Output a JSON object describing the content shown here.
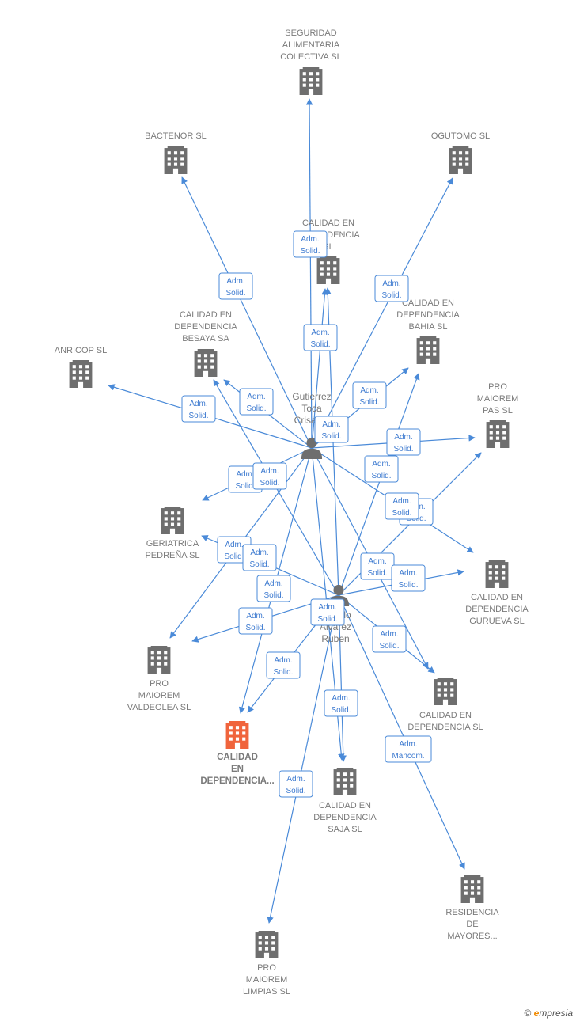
{
  "colors": {
    "edge": "#4a8ad8",
    "building": "#6e6e6e",
    "building_highlight": "#f0643c",
    "label": "#7a7a7a",
    "edge_label": "#3d7ad0"
  },
  "persons": [
    {
      "id": "p1",
      "icon": "person-icon",
      "lines": [
        "Gutierrez",
        "Toca",
        "Crisanto"
      ]
    },
    {
      "id": "p2",
      "icon": "person-icon",
      "lines": [
        "Castillo",
        "Alvarez",
        "Ruben"
      ]
    }
  ],
  "companies": [
    {
      "id": "c_seg",
      "icon": "building-icon",
      "lines": [
        "SEGURIDAD",
        "ALIMENTARIA",
        "COLECTIVA  SL"
      ]
    },
    {
      "id": "c_bac",
      "icon": "building-icon",
      "lines": [
        "BACTENOR SL"
      ]
    },
    {
      "id": "c_ogu",
      "icon": "building-icon",
      "lines": [
        "OGUTOMO SL"
      ]
    },
    {
      "id": "c_cal",
      "icon": "building-icon",
      "lines": [
        "CALIDAD EN",
        "DEPENDENCIA",
        "SL"
      ]
    },
    {
      "id": "c_bes",
      "icon": "building-icon",
      "lines": [
        "CALIDAD EN",
        "DEPENDENCIA",
        "BESAYA SA"
      ]
    },
    {
      "id": "c_bah",
      "icon": "building-icon",
      "lines": [
        "CALIDAD EN",
        "DEPENDENCIA",
        "BAHIA  SL"
      ]
    },
    {
      "id": "c_anr",
      "icon": "building-icon",
      "lines": [
        "ANRICOP  SL"
      ]
    },
    {
      "id": "c_pas",
      "icon": "building-icon",
      "lines": [
        "PRO",
        "MAIOREM",
        "PAS SL"
      ]
    },
    {
      "id": "c_ger",
      "icon": "building-icon",
      "lines": [
        "GERIATRICA",
        "PEDREÑA SL"
      ]
    },
    {
      "id": "c_gur",
      "icon": "building-icon",
      "lines": [
        "CALIDAD EN",
        "DEPENDENCIA",
        "GURUEVA  SL"
      ]
    },
    {
      "id": "c_val",
      "icon": "building-icon",
      "lines": [
        "PRO",
        "MAIOREM",
        "VALDEOLEA SL"
      ]
    },
    {
      "id": "c_dep",
      "icon": "building-icon",
      "lines": [
        "CALIDAD EN",
        "DEPENDENCIA SL"
      ]
    },
    {
      "id": "c_main",
      "icon": "building-icon",
      "highlight": true,
      "lines": [
        "CALIDAD",
        "EN",
        "DEPENDENCIA..."
      ]
    },
    {
      "id": "c_saj",
      "icon": "building-icon",
      "lines": [
        "CALIDAD EN",
        "DEPENDENCIA",
        "SAJA  SL"
      ]
    },
    {
      "id": "c_res",
      "icon": "building-icon",
      "lines": [
        "RESIDENCIA",
        "DE",
        "MAYORES..."
      ]
    },
    {
      "id": "c_lim",
      "icon": "building-icon",
      "lines": [
        "PRO",
        "MAIOREM",
        "LIMPIAS  SL"
      ]
    }
  ],
  "edge_labels": [
    {
      "id": "e_seg",
      "lines": [
        "Adm.",
        "Solid."
      ]
    },
    {
      "id": "e_bac",
      "lines": [
        "Adm.",
        "Solid."
      ]
    },
    {
      "id": "e_ogu",
      "lines": [
        "Adm.",
        "Solid."
      ]
    },
    {
      "id": "e_cal",
      "lines": [
        "Adm.",
        "Solid."
      ]
    },
    {
      "id": "e_bes",
      "lines": [
        "Adm.",
        "Solid."
      ]
    },
    {
      "id": "e_anr",
      "lines": [
        "Adm.",
        "Solid."
      ]
    },
    {
      "id": "e_bah",
      "lines": [
        "Adm.",
        "Solid."
      ]
    },
    {
      "id": "e_p1c",
      "lines": [
        "Adm.",
        "Solid."
      ]
    },
    {
      "id": "e_pas",
      "lines": [
        "Adm.",
        "Solid."
      ]
    },
    {
      "id": "e_p2bah",
      "lines": [
        "Adm.",
        "Solid."
      ]
    },
    {
      "id": "e_ger1",
      "lines": [
        "Adm.",
        "Solid."
      ]
    },
    {
      "id": "e_ger2",
      "lines": [
        "Adm.",
        "Solid."
      ]
    },
    {
      "id": "e_pas2b",
      "lines": [
        "Adm.",
        "Solid."
      ]
    },
    {
      "id": "e_pas2",
      "lines": [
        "Adm.",
        "Solid."
      ]
    },
    {
      "id": "e_g2",
      "lines": [
        "Adm.",
        "Solid."
      ]
    },
    {
      "id": "e_g2b",
      "lines": [
        "Adm.",
        "Solid."
      ]
    },
    {
      "id": "e_gur2",
      "lines": [
        "Adm.",
        "Solid."
      ]
    },
    {
      "id": "e_main1",
      "lines": [
        "Adm.",
        "Solid."
      ]
    },
    {
      "id": "e_val2",
      "lines": [
        "Adm.",
        "Solid."
      ]
    },
    {
      "id": "e_p2c",
      "lines": [
        "Adm.",
        "Solid."
      ]
    },
    {
      "id": "e_main2",
      "lines": [
        "Adm.",
        "Solid."
      ]
    },
    {
      "id": "e_dep",
      "lines": [
        "Adm.",
        "Solid."
      ]
    },
    {
      "id": "e_saj",
      "lines": [
        "Adm.",
        "Solid."
      ]
    },
    {
      "id": "e_res",
      "lines": [
        "Adm.",
        "Mancom."
      ]
    },
    {
      "id": "e_lim",
      "lines": [
        "Adm.",
        "Solid."
      ]
    }
  ],
  "footer": {
    "copyright": "©",
    "brand_initial": "e",
    "brand_rest": "mpresia"
  }
}
